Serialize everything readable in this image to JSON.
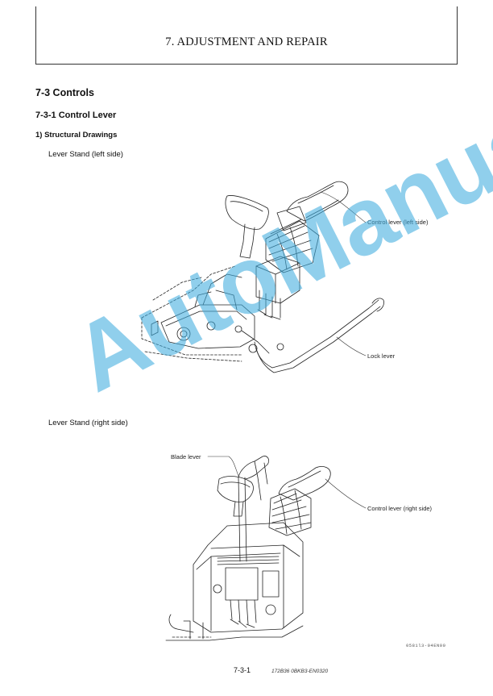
{
  "header": {
    "chapter_title": "7. ADJUSTMENT AND REPAIR"
  },
  "sections": {
    "section": "7-3  Controls",
    "subsection": "7-3-1  Control Lever",
    "item": "1)  Structural Drawings"
  },
  "figure_left": {
    "caption": "Lever Stand (left side)",
    "callouts": {
      "control_lever": "Control lever (left side)",
      "lock_lever": "Lock lever"
    }
  },
  "figure_right": {
    "caption": "Lever Stand (right side)",
    "callouts": {
      "blade_lever": "Blade lever",
      "control_lever": "Control lever (right side)"
    },
    "figure_code": "0581l3-04EN00"
  },
  "footer": {
    "page_number": "7-3-1",
    "doc_code": "172B36  0BKB3-EN0320"
  },
  "watermark": {
    "text": "AutoManual",
    "color": "#40ACDE"
  }
}
